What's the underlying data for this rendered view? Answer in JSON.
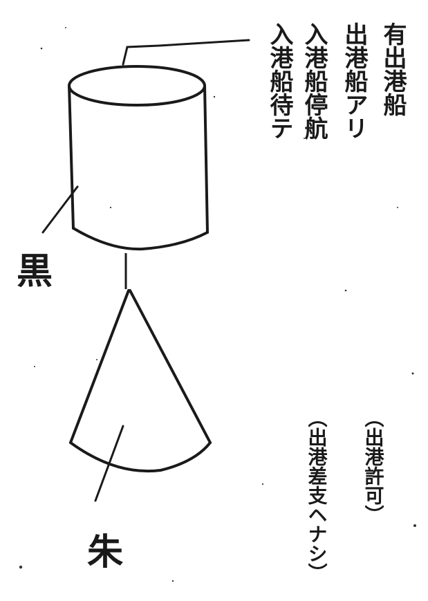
{
  "labels": {
    "black": "黒",
    "red": "朱"
  },
  "columns": [
    {
      "id": "c1",
      "text": "入港船待テ"
    },
    {
      "id": "c2",
      "text": "入港船停航"
    },
    {
      "id": "c3",
      "text": "出港船アリ"
    },
    {
      "id": "c4",
      "text": "有出港船"
    }
  ],
  "notes": [
    {
      "id": "n1",
      "text": "（出港許可）"
    },
    {
      "id": "n2",
      "text": "（出港差支ヘナシ）"
    }
  ],
  "colors": {
    "ink": "#1a1a1a",
    "paper": "#ffffff"
  }
}
